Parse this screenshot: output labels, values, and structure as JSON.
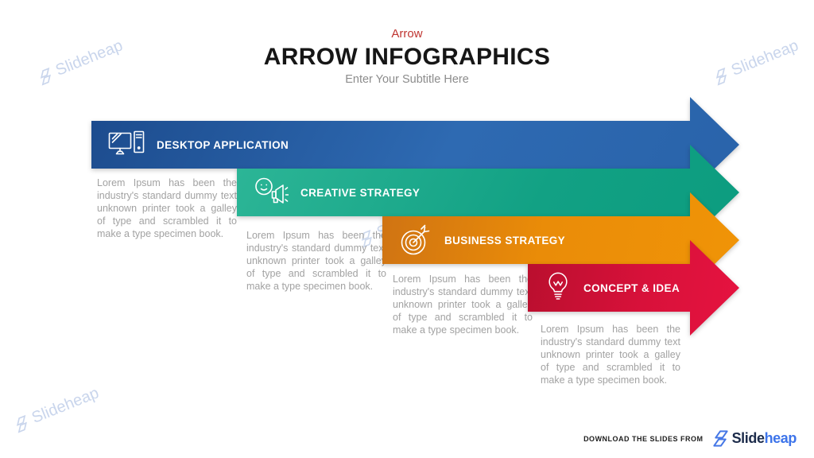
{
  "header": {
    "eyebrow": "Arrow",
    "title": "ARROW INFOGRAPHICS",
    "subtitle": "Enter Your Subtitle Here"
  },
  "arrows": [
    {
      "label": "DESKTOP APPLICATION",
      "icon": "desktop-icon",
      "color_start": "#1c4b8d",
      "color_end": "#2e6ab2",
      "description": "Lorem Ipsum has been the industry's standard dummy text unknown printer took a galley of type and scrambled it to make a type specimen book."
    },
    {
      "label": "CREATIVE STRATEGY",
      "icon": "megaphone-icon",
      "color_start": "#2db697",
      "color_end": "#0c9c7f",
      "description": "Lorem Ipsum has been the industry's standard dummy text unknown printer took a galley of type and scrambled it to make a type specimen book."
    },
    {
      "label": "BUSINESS STRATEGY",
      "icon": "target-icon",
      "color_start": "#cf7313",
      "color_end": "#f09407",
      "description": "Lorem Ipsum has been the industry's standard dummy text unknown printer took a galley of type and scrambled it to make a type specimen book."
    },
    {
      "label": "CONCEPT & IDEA",
      "icon": "bulb-icon",
      "color_start": "#b90f2e",
      "color_end": "#e61340",
      "description": "Lorem Ipsum has been the industry's standard dummy text unknown printer took a galley of type and scrambled it to make a type specimen book."
    }
  ],
  "watermark": {
    "text": "Slideheap",
    "color": "#9db4dd"
  },
  "footer": {
    "prefix": "DOWNLOAD THE SLIDES FROM",
    "brand_first": "Slide",
    "brand_second": "heap",
    "brand_first_color": "#1c2b4a",
    "brand_second_color": "#3d74ea"
  },
  "colors": {
    "eyebrow_red": "#bf3430",
    "title_black": "#161616",
    "subtitle_gray": "#8c8c8c",
    "body_gray": "#a2a2a2"
  }
}
